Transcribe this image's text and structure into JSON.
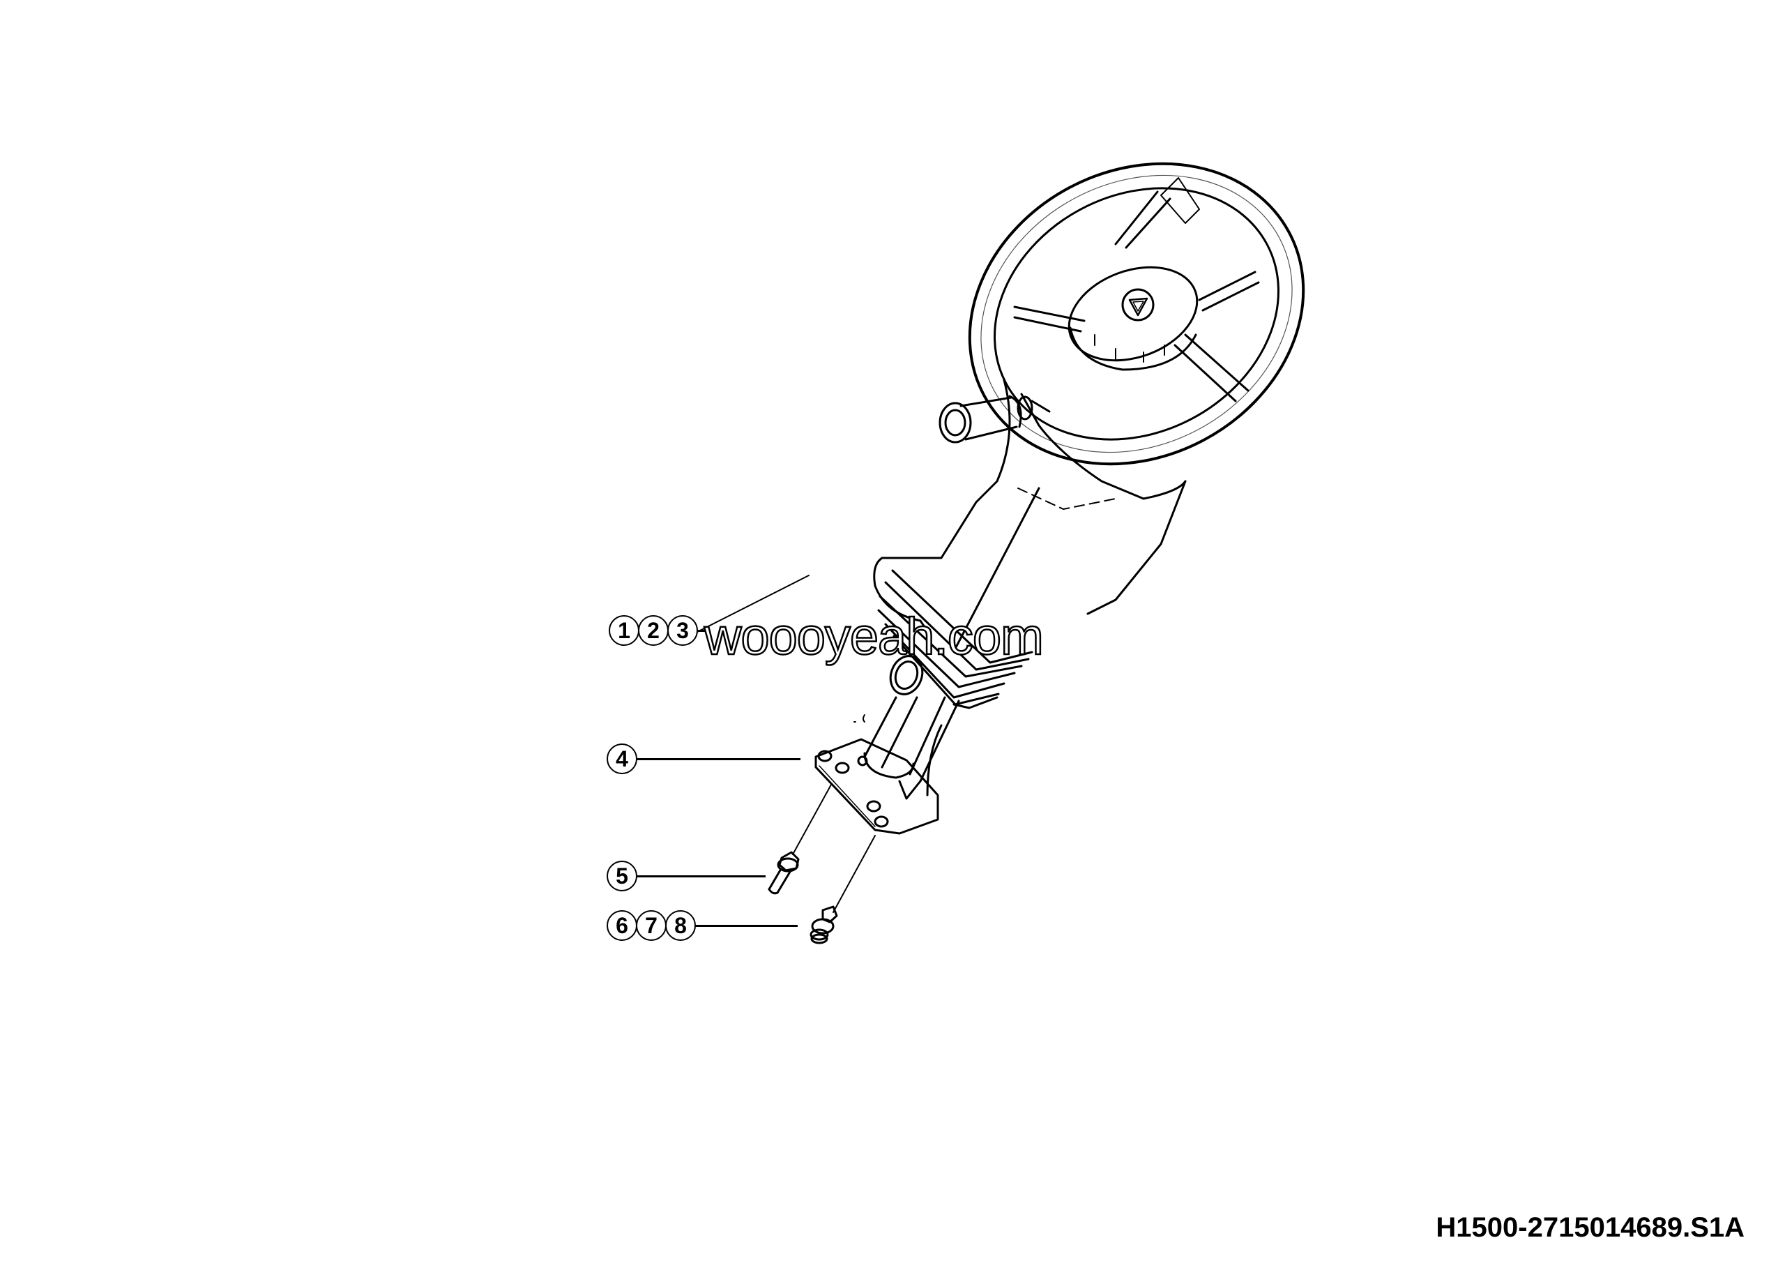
{
  "diagram": {
    "subject": "steering wheel and column assembly, exploded view",
    "callouts": [
      {
        "items": [
          "1",
          "2",
          "3"
        ],
        "target": "column boot / steering column"
      },
      {
        "items": [
          "4"
        ],
        "target": "mounting base plate"
      },
      {
        "items": [
          "5"
        ],
        "target": "bolt"
      },
      {
        "items": [
          "6",
          "7",
          "8"
        ],
        "target": "nut and washers"
      }
    ],
    "watermark": "woooyeah.com",
    "part_number": "H1500-2715014689.S1A",
    "colors": {
      "line": "#000000",
      "background": "#ffffff"
    }
  }
}
